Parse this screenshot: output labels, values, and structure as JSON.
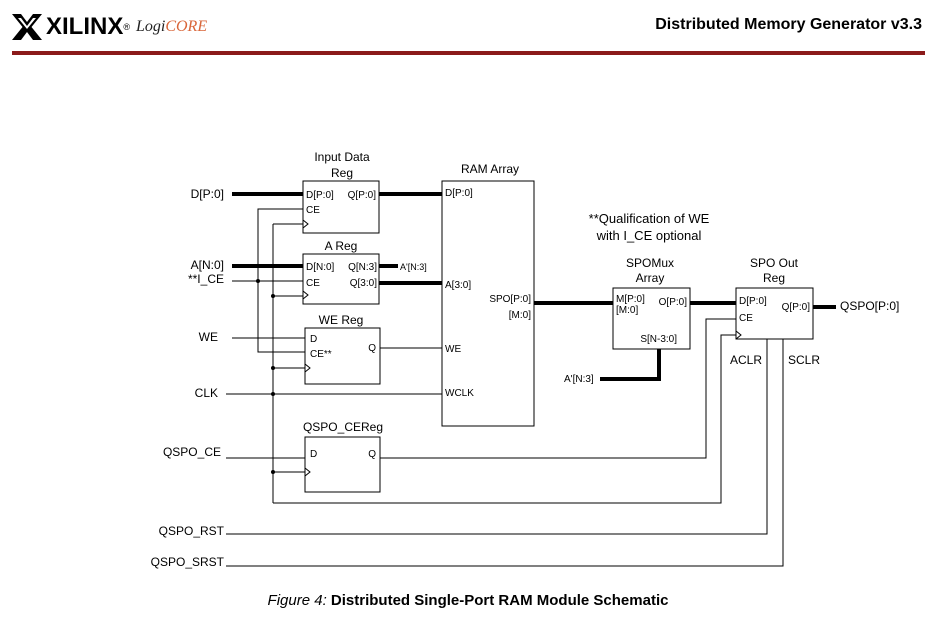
{
  "header": {
    "brand": "XILINX",
    "brand_reg": "®",
    "product_prefix": "Logi",
    "product_suffix": "CORE",
    "doc_title": "Distributed Memory Generator v3.3"
  },
  "diagram": {
    "blocks": {
      "input_data_reg": {
        "title_line1": "Input Data",
        "title_line2": "Reg",
        "d": "D[P:0]",
        "q": "Q[P:0]",
        "ce": "CE"
      },
      "a_reg": {
        "title": "A Reg",
        "d": "D[N:0]",
        "q1": "Q[N:3]",
        "q2": "Q[3:0]",
        "ce": "CE",
        "q1_out": "A'[N:3]"
      },
      "we_reg": {
        "title": "WE Reg",
        "d": "D",
        "q": "Q",
        "ce": "CE**"
      },
      "ram_array": {
        "title": "RAM Array",
        "d": "D[P:0]",
        "a": "A[3:0]",
        "we": "WE",
        "wclk": "WCLK",
        "spo": "SPO[P:0]",
        "m": "[M:0]"
      },
      "spomux": {
        "title_line1": "SPOMux",
        "title_line2": "Array",
        "m1": "M[P:0]",
        "m2": "[M:0]",
        "o": "O[P:0]",
        "s": "S[N-3:0]"
      },
      "spo_out_reg": {
        "title_line1": "SPO Out",
        "title_line2": "Reg",
        "d": "D[P:0]",
        "ce": "CE",
        "q": "Q[P:0]",
        "aclr": "ACLR",
        "sclr": "SCLR"
      },
      "qspo_cereg": {
        "title": "QSPO_CEReg",
        "d": "D",
        "q": "Q"
      }
    },
    "signals": {
      "d": "D[P:0]",
      "a": "A[N:0]",
      "ice": "**I_CE",
      "we": "WE",
      "clk": "CLK",
      "qspo_ce": "QSPO_CE",
      "qspo_rst": "QSPO_RST",
      "qspo_srst": "QSPO_SRST",
      "mux_sel": "A'[N:3]",
      "qspo_out": "QSPO[P:0]"
    },
    "note_line1": "**Qualification of WE",
    "note_line2": "with I_CE optional"
  },
  "caption": {
    "figure_label": "Figure 4:",
    "title": "Distributed Single-Port RAM Module Schematic"
  }
}
